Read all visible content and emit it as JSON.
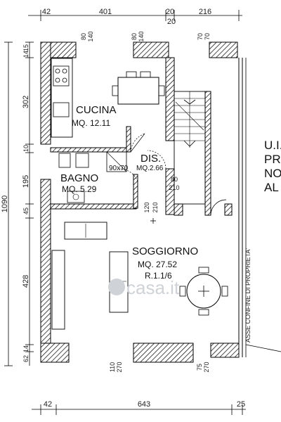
{
  "plan": {
    "dimensions": {
      "top": [
        "42",
        "401",
        "20",
        "216"
      ],
      "top_sub": [
        "20"
      ],
      "bottom": [
        "42",
        "643",
        "25"
      ],
      "left": [
        "15",
        "14",
        "302",
        "10",
        "195",
        "45",
        "428",
        "14",
        "62"
      ],
      "total_height": "1090"
    },
    "openings": {
      "cucina_left": [
        "80",
        "140"
      ],
      "cucina_right": [
        "80",
        "140"
      ],
      "stair_top": [
        "70",
        "70"
      ],
      "dis_door": [
        "80",
        "210"
      ],
      "bagno_door": [
        "120",
        "210"
      ],
      "bottom_left": [
        "110",
        "270"
      ],
      "bottom_right": [
        "75",
        "270"
      ]
    },
    "rooms": {
      "cucina": {
        "name": "CUCINA",
        "area": "MQ.  12.11"
      },
      "bagno": {
        "name": "BAGNO",
        "area": "MQ.  5.29",
        "shower": "90x70"
      },
      "dis": {
        "name": "DIS.",
        "area": "MQ.2.66"
      },
      "soggiorno": {
        "name": "SOGGIORNO",
        "area": "MQ.  27.52",
        "ratio": "R.1.1/6"
      }
    },
    "neighbor": {
      "lines": [
        "U.I.",
        "PR",
        "NO",
        "AL"
      ]
    },
    "boundary_label": "ASSE CONFINE DI PROPRIETA'",
    "watermark": "casa.it",
    "colors": {
      "wall_hatch": "#000000",
      "line": "#000000",
      "watermark": "#cfd2d6"
    }
  }
}
